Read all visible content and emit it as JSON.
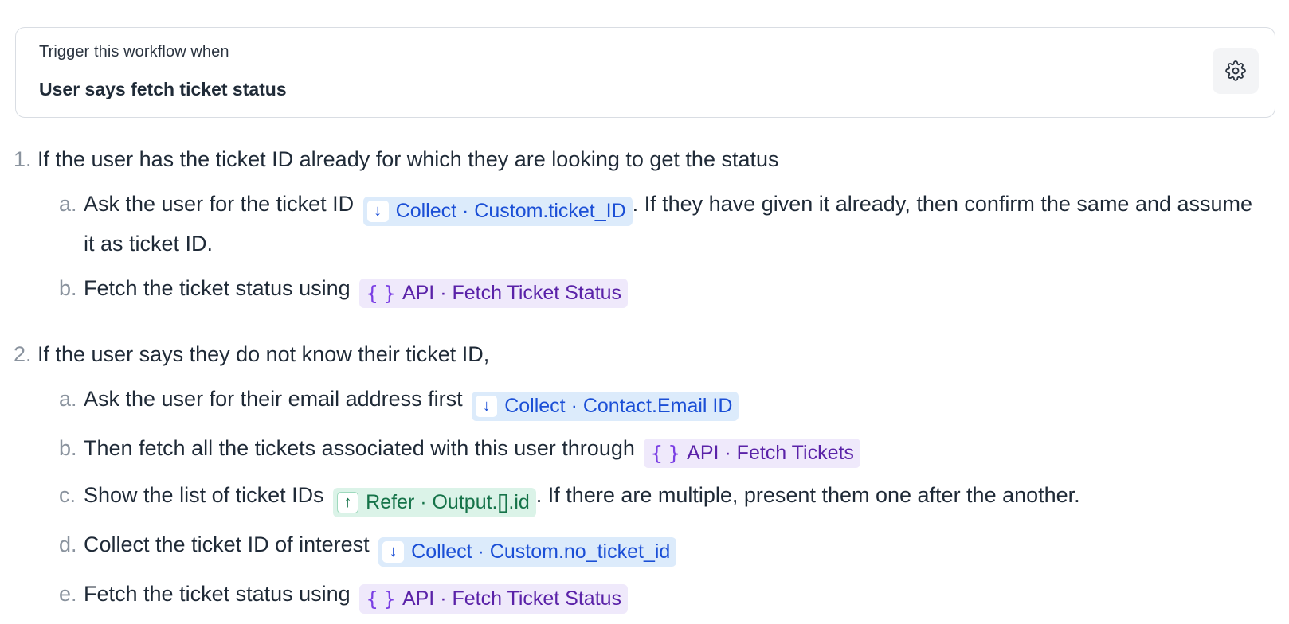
{
  "trigger": {
    "label": "Trigger this workflow when",
    "value": "User says fetch ticket status",
    "settings_icon": "gear-icon"
  },
  "steps": [
    {
      "number": "1.",
      "text": "If the user has the ticket ID already for which they are looking to get the status",
      "substeps": [
        {
          "letter": "a.",
          "before": "Ask the user for the ticket ID",
          "chip": {
            "kind": "collect",
            "icon": "↓",
            "label": "Collect · Custom.ticket_ID"
          },
          "after": ". If they have given it already, then confirm the same and assume it as ticket ID."
        },
        {
          "letter": "b.",
          "before": "Fetch the ticket status using",
          "chip": {
            "kind": "api",
            "icon": "{ }",
            "label": "API · Fetch Ticket Status"
          },
          "after": ""
        }
      ]
    },
    {
      "number": "2.",
      "text": "If the user says they do not know their ticket ID,",
      "substeps": [
        {
          "letter": "a.",
          "before": "Ask the user for their email address first",
          "chip": {
            "kind": "collect",
            "icon": "↓",
            "label": "Collect · Contact.Email ID"
          },
          "after": ""
        },
        {
          "letter": "b.",
          "before": "Then fetch all the tickets associated with this user through",
          "chip": {
            "kind": "api",
            "icon": "{ }",
            "label": "API · Fetch Tickets"
          },
          "after": ""
        },
        {
          "letter": "c.",
          "before": "Show the list of ticket IDs",
          "chip": {
            "kind": "refer",
            "icon": "↑",
            "label": "Refer · Output.[].id"
          },
          "after": ". If there are multiple, present them one after the another."
        },
        {
          "letter": "d.",
          "before": "Collect the ticket ID of interest",
          "chip": {
            "kind": "collect",
            "icon": "↓",
            "label": "Collect · Custom.no_ticket_id"
          },
          "after": ""
        },
        {
          "letter": "e.",
          "before": "Fetch the ticket status using",
          "chip": {
            "kind": "api",
            "icon": "{ }",
            "label": "API · Fetch Ticket Status"
          },
          "after": ""
        }
      ]
    }
  ],
  "colors": {
    "collect_bg": "#dcebfb",
    "collect_fg": "#1b4fd6",
    "api_bg": "#efe9fb",
    "api_fg": "#5a22a8",
    "refer_bg": "#dbf3e8",
    "refer_fg": "#157349"
  }
}
